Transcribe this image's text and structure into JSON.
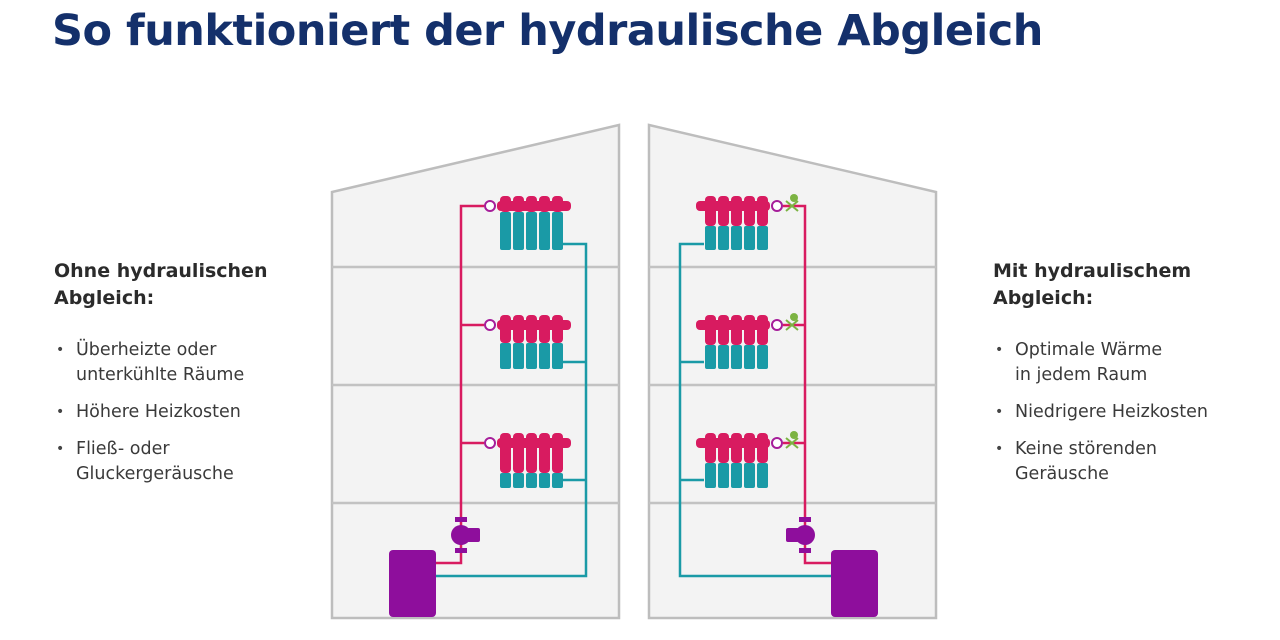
{
  "title": "So funktioniert der hydraulische Abgleich",
  "left_panel": {
    "heading_line1": "Ohne hydraulischen",
    "heading_line2": "Abgleich:",
    "items": [
      {
        "line1": "Überheizte oder",
        "line2": "unterkühlte Räume"
      },
      {
        "line1": "Höhere Heizkosten",
        "line2": ""
      },
      {
        "line1": "Fließ- oder",
        "line2": "Gluckergeräusche"
      }
    ]
  },
  "right_panel": {
    "heading_line1": "Mit hydraulischem",
    "heading_line2": "Abgleich:",
    "items": [
      {
        "line1": "Optimale Wärme",
        "line2": "in jedem Raum"
      },
      {
        "line1": "Niedrigere Heizkosten",
        "line2": ""
      },
      {
        "line1": "Keine störenden",
        "line2": "Geräusche"
      }
    ]
  },
  "colors": {
    "title": "#14306b",
    "hot_pipe": "#d81b60",
    "cold_pipe": "#1a9aa6",
    "boiler": "#8e0e9c",
    "valve": "#7cb342",
    "house_wall": "#bdbdbd",
    "house_fill": "#f3f3f3"
  }
}
